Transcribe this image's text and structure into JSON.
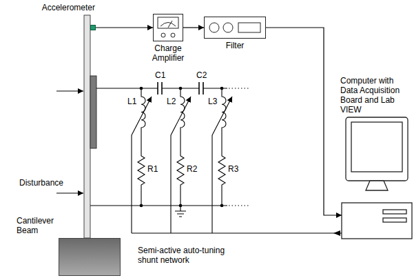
{
  "diagram": {
    "nodes": [
      {
        "text": [
          "Accelerometer"
        ]
      },
      {
        "text": [
          "Charge Amplifier"
        ]
      },
      {
        "text": [
          "Filter"
        ]
      },
      {
        "text": [
          "Computer with Data Acquisition Board and Lab VIEW"
        ]
      },
      {
        "text": [
          "Cantilever Beam"
        ]
      }
    ],
    "edges": [
      {
        "from": 0,
        "to": 1,
        "arrow": "to"
      },
      {
        "from": 1,
        "to": 2,
        "arrow": "to"
      },
      {
        "from": 2,
        "to": 3,
        "arrow": "to"
      }
    ],
    "labels": [
      "C1",
      "C2",
      "L1",
      "L2",
      "L3",
      "R1",
      "R2",
      "R3",
      "Disturbance",
      "Semi-active auto-tuning shunt network"
    ]
  }
}
